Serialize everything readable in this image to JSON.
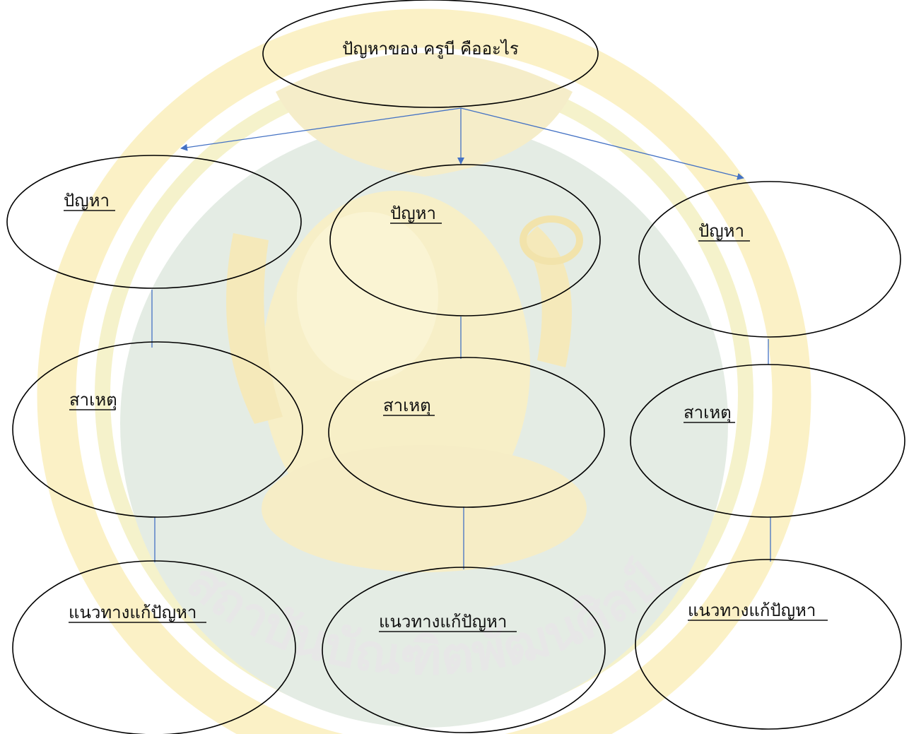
{
  "diagram": {
    "root": {
      "label": "ปัญหาของ ครูบี คืออะไร"
    },
    "columns": [
      {
        "problem": "ปัญหา",
        "cause": "สาเหตุ",
        "solution": "แนวทางแก้ปัญหา"
      },
      {
        "problem": "ปัญหา",
        "cause": "สาเหตุ",
        "solution": "แนวทางแก้ปัญหา"
      },
      {
        "problem": "ปัญหา",
        "cause": "สาเหตุ",
        "solution": "แนวทางแก้ปัญหา"
      }
    ],
    "watermark": {
      "description": "institutional seal (Ganesha emblem)",
      "text": "สถาบันบัณฑิตพัฒนศิลป์"
    }
  },
  "colors": {
    "arrow": "#4472c4",
    "outline": "#000000",
    "watermark_green": "#e2ebe2",
    "watermark_yellow": "#fbf0c0"
  }
}
